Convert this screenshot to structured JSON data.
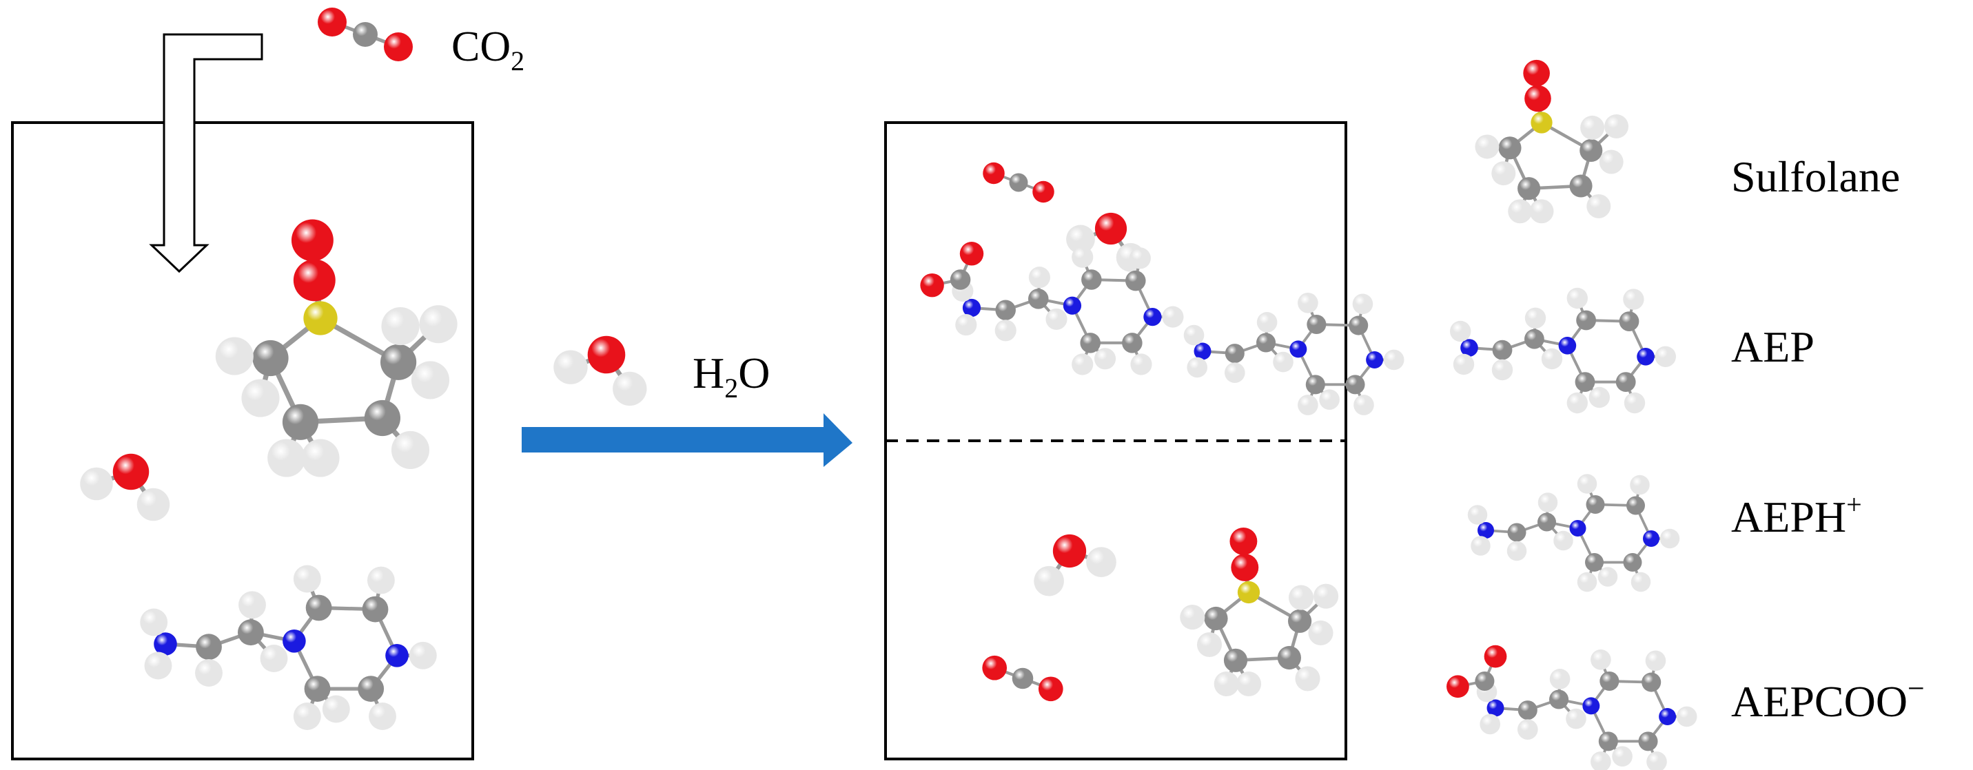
{
  "labels": {
    "co2_main": "CO",
    "co2_sub": "2",
    "h2o_pre": "H",
    "h2o_sub": "2",
    "h2o_post": "O"
  },
  "legend": [
    {
      "id": "sulfolane",
      "label": "Sulfolane",
      "sup": ""
    },
    {
      "id": "aep",
      "label": "AEP",
      "sup": ""
    },
    {
      "id": "aeph",
      "label": "AEPH",
      "sup": "+"
    },
    {
      "id": "aepcoo",
      "label": "AEPCOO",
      "sup": "−"
    }
  ],
  "colors": {
    "oxygen": "#e8121b",
    "carbon": "#8c8c8c",
    "hydrogen": "#e6e6e6",
    "nitrogen": "#1a1ae0",
    "sulfur": "#d8c81e",
    "arrow": "#1f76c8",
    "box": "#000000"
  },
  "icons": [
    "hollow-bent-arrow-icon",
    "blue-reaction-arrow-icon",
    "dashed-phase-boundary"
  ]
}
